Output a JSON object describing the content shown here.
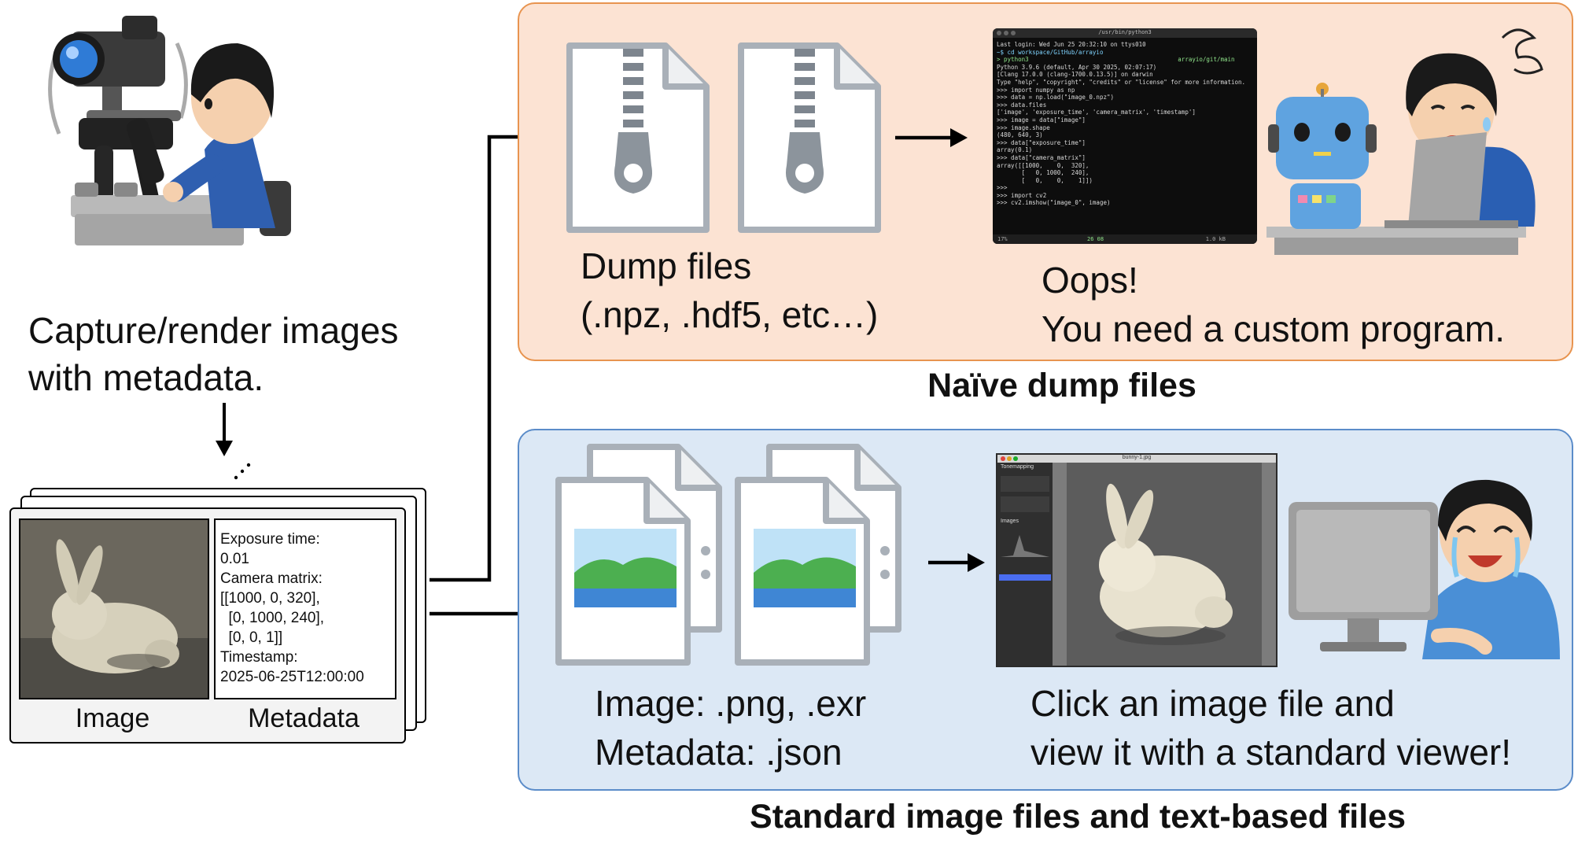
{
  "left": {
    "capture_caption_1": "Capture/render images",
    "capture_caption_2": "with metadata.",
    "stack_label_image": "Image",
    "stack_label_metadata": "Metadata",
    "metadata_lines": [
      "Exposure time:",
      "0.01",
      "Camera matrix:",
      "[[1000, 0, 320],",
      "  [0, 1000, 240],",
      "  [0, 0, 1]]",
      "Timestamp:",
      "2025-06-25T12:00:00"
    ]
  },
  "top_panel": {
    "title": "Naïve dump files",
    "dump_caption_1": "Dump files",
    "dump_caption_2": "(.npz, .hdf5, etc…)",
    "oops_caption_1": "Oops!",
    "oops_caption_2": "You need a custom program.",
    "terminal": {
      "title": "/usr/bin/python3",
      "lines": [
        "Last login: Wed Jun 25 20:32:10 on ttys010",
        "~$ cd workspace/GitHub/arrayio",
        "> python3                                          arrayio/git/main",
        "Python 3.9.6 (default, Apr 30 2025, 02:07:17)",
        "[Clang 17.0.0 (clang-1700.0.13.5)] on darwin",
        "Type \"help\", \"copyright\", \"credits\" or \"license\" for more information.",
        ">>> import numpy as np",
        ">>> data = np.load(\"image_0.npz\")",
        ">>> data.files",
        "['image', 'exposure_time', 'camera_matrix', 'timestamp']",
        ">>> image = data[\"image\"]",
        ">>> image.shape",
        "(480, 640, 3)",
        ">>> data[\"exposure_time\"]",
        "array(0.1)",
        ">>> data[\"camera_matrix\"]",
        "array([[1000,    0,  320],",
        "       [   0, 1000,  240],",
        "       [   0,    0,    1]])",
        ">>>",
        ">>> import cv2",
        ">>> cv2.imshow(\"image_0\", image)"
      ],
      "status_left": "17%",
      "status_mid": "26 08",
      "status_right": "1.0 kB"
    }
  },
  "bottom_panel": {
    "title": "Standard image files and text-based files",
    "files_caption_1": "Image: .png, .exr",
    "files_caption_2": "Metadata: .json",
    "view_caption_1": "Click an image file and",
    "view_caption_2": "view it with a standard viewer!",
    "viewer": {
      "titlebar": "bunny-1.jpg",
      "sidebar_title": "Tonemapping",
      "sidebar_images": "Images"
    }
  },
  "colors": {
    "top_panel_fill": "#fce3d3",
    "top_panel_border": "#e8944f",
    "bottom_panel_fill": "#dce8f5",
    "bottom_panel_border": "#5b8cc9",
    "arrow": "#000000"
  }
}
